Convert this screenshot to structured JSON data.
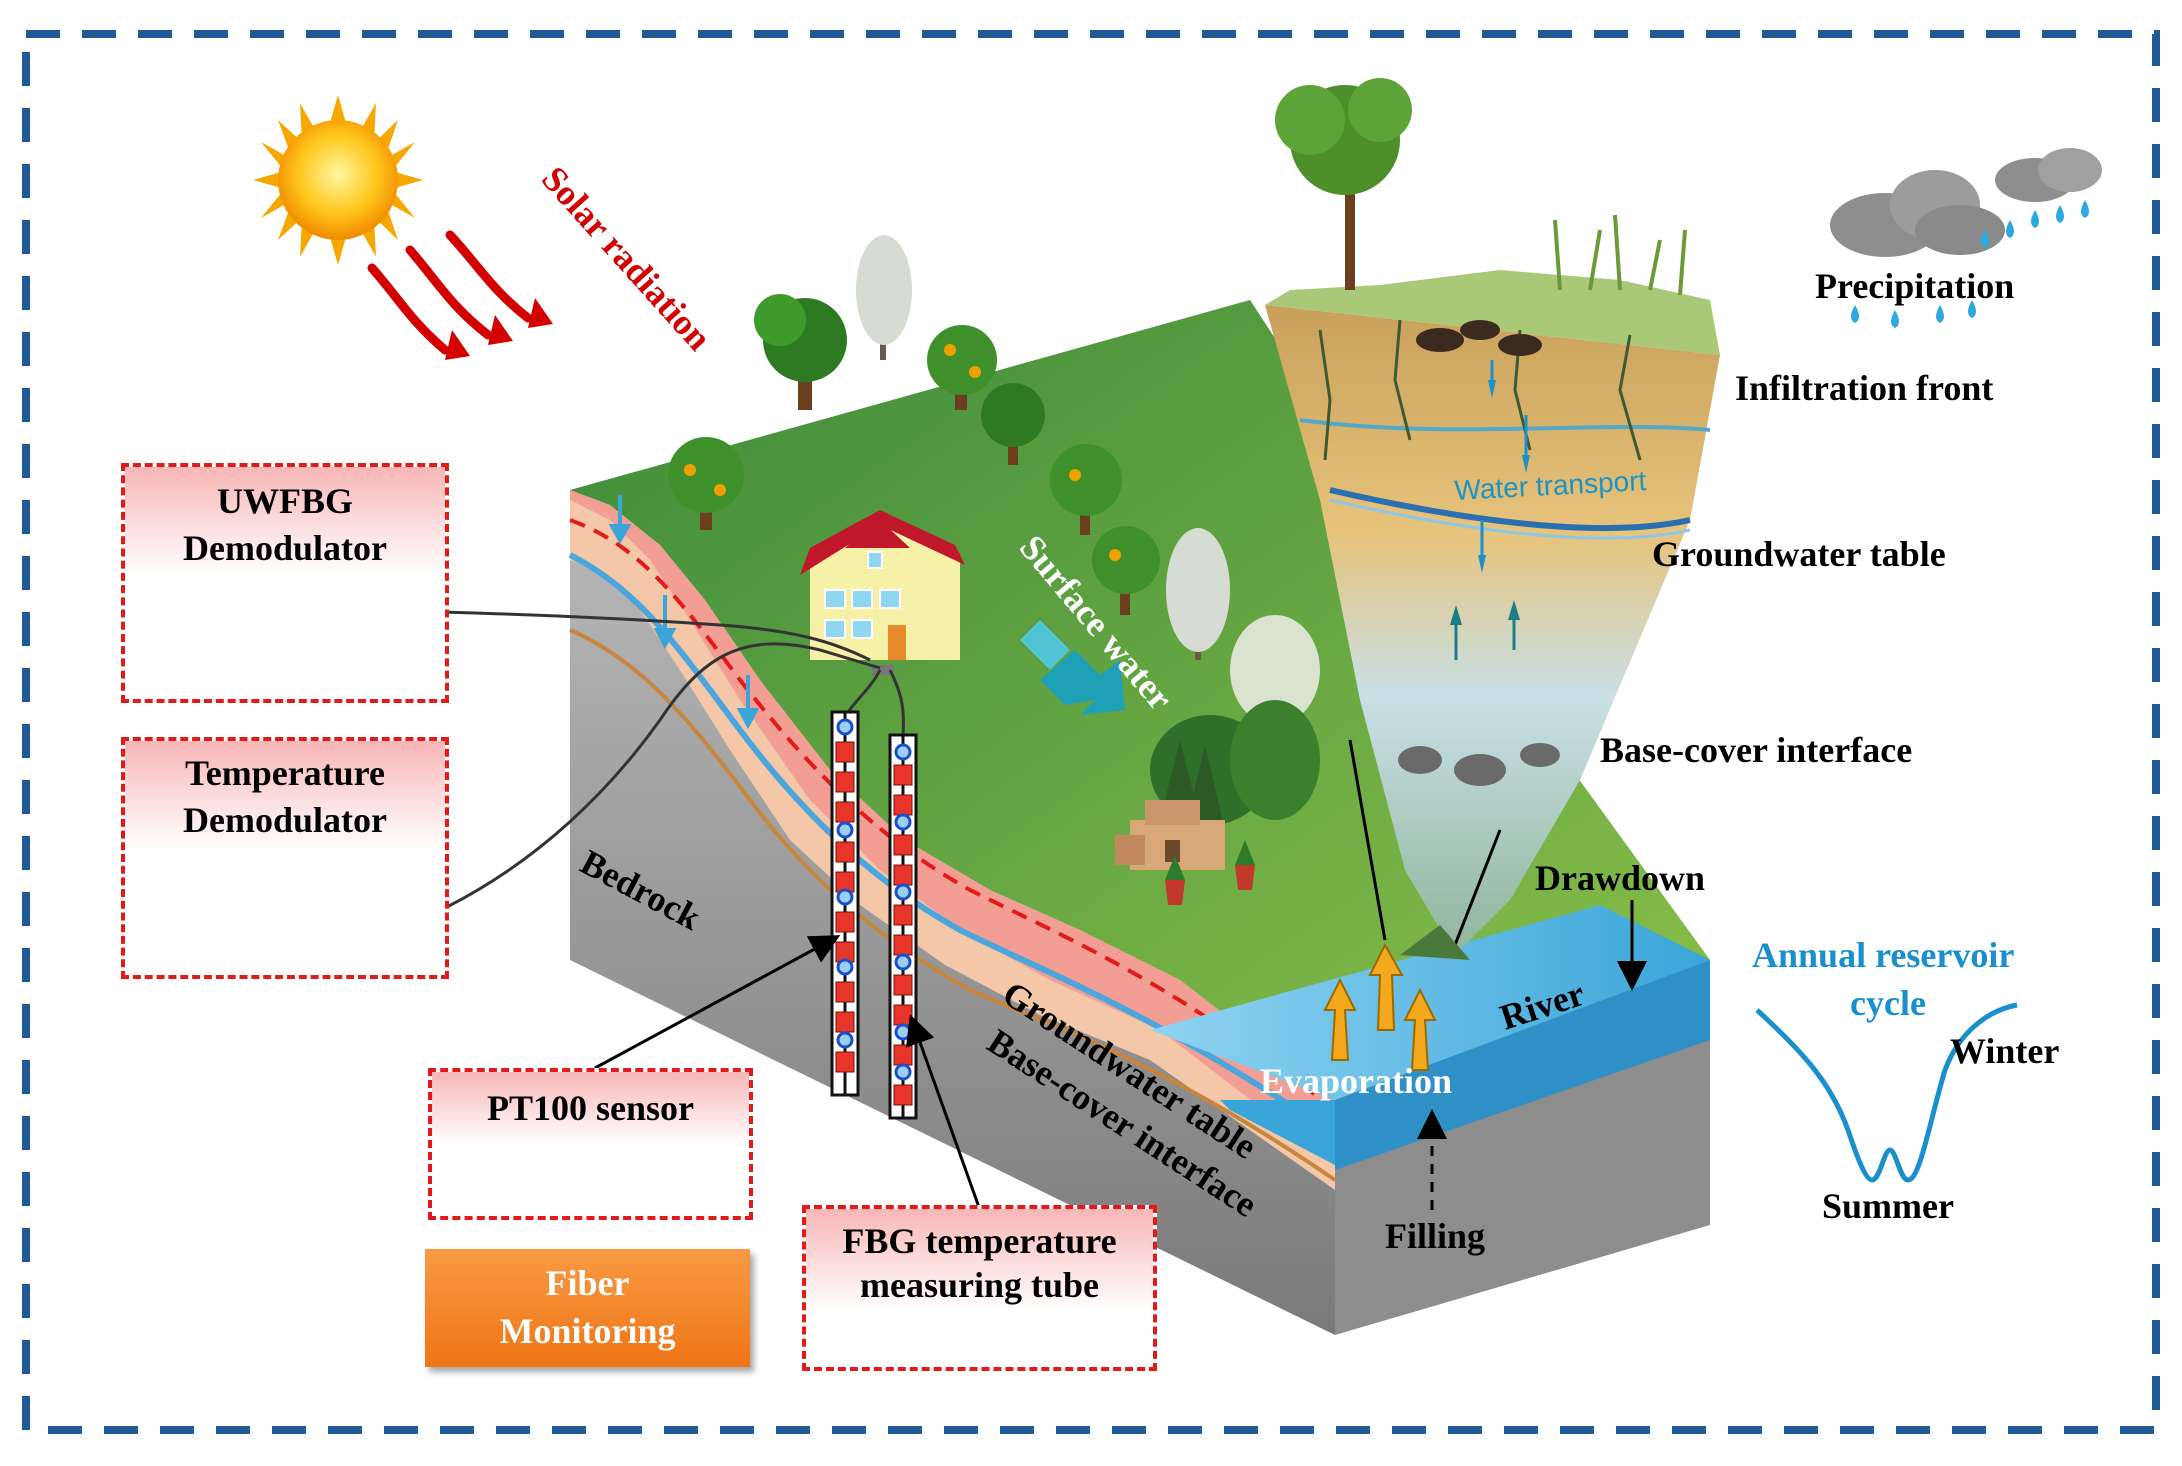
{
  "labels": {
    "solar_radiation": "Solar radiation",
    "precipitation": "Precipitation",
    "infiltration_front": "Infiltration front",
    "water_transport": "Water transport",
    "groundwater_table_right": "Groundwater table",
    "base_cover_interface_right": "Base-cover interface",
    "drawdown": "Drawdown",
    "river": "River",
    "evaporation": "Evaporation",
    "filling": "Filling",
    "surface_water": "Surface water",
    "bedrock": "Bedrock",
    "groundwater_table_slope": "Groundwater table",
    "base_cover_interface_slope": "Base-cover interface"
  },
  "reservoir_cycle": {
    "title_line1": "Annual reservoir",
    "title_line2": "cycle",
    "winter": "Winter",
    "summer": "Summer"
  },
  "devices": {
    "uwfbg": {
      "line1": "UWFBG",
      "line2": "Demodulator"
    },
    "temperature": {
      "line1": "Temperature",
      "line2": "Demodulator"
    },
    "pt100": {
      "line1": "PT100 sensor"
    },
    "fbg_tube": {
      "line1": "FBG temperature",
      "line2": "measuring tube"
    },
    "fiber_monitoring": {
      "line1": "Fiber",
      "line2": "Monitoring"
    }
  },
  "colors": {
    "border_blue": "#1f5a96",
    "red_dash": "#e21a1a",
    "grass": "#4f9a3c",
    "river": "#3aa5d8",
    "bedrock": "#9a9a9a",
    "orange_box": "#f5852a",
    "cycle_blue": "#1a8fce"
  }
}
